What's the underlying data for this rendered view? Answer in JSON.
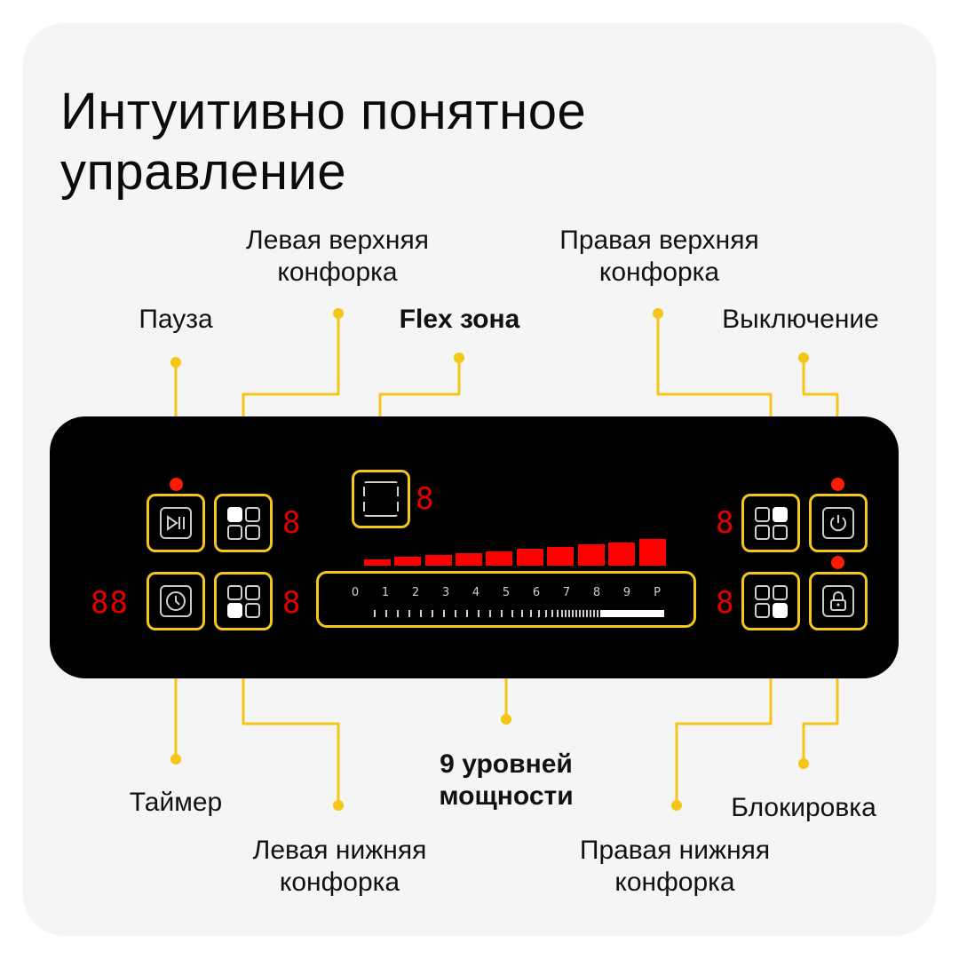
{
  "title": "Интуитивно понятное управление",
  "labels": {
    "pause": "Пауза",
    "left_top_1": "Левая верхняя",
    "left_top_2": "конфорка",
    "flex": "Flex зона",
    "right_top_1": "Правая верхняя",
    "right_top_2": "конфорка",
    "power_off": "Выключение",
    "timer": "Таймер",
    "left_bottom_1": "Левая нижняя",
    "left_bottom_2": "конфорка",
    "levels_1": "9 уровней",
    "levels_2": "мощности",
    "right_bottom_1": "Правая нижняя",
    "right_bottom_2": "конфорка",
    "lock": "Блокировка"
  },
  "displays": {
    "timer": "88",
    "left_top": "8",
    "flex": "8",
    "left_bottom": "8",
    "right_top": "8",
    "right_bottom": "8"
  },
  "power_levels": [
    "0",
    "1",
    "2",
    "3",
    "4",
    "5",
    "6",
    "7",
    "8",
    "9",
    "P"
  ],
  "icons": {
    "pause": "play-pause-icon",
    "timer": "clock-icon",
    "power": "power-icon",
    "lock": "lock-icon",
    "flex": "flex-zone-icon",
    "burner": "burner-grid-icon"
  },
  "colors": {
    "accent": "#f5c518",
    "panel": "#000000",
    "indicator": "#ff1a00",
    "background": "#f5f5f5"
  }
}
